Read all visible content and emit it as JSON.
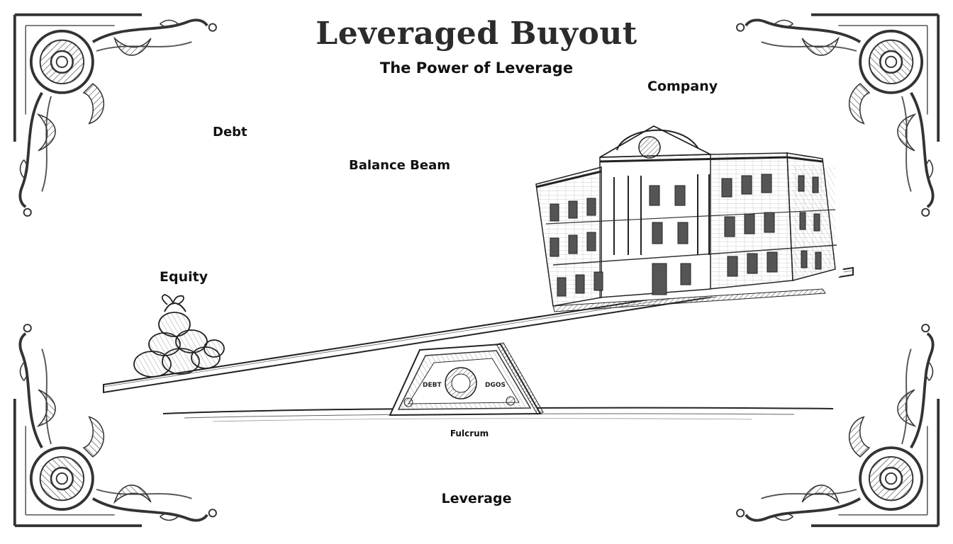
{
  "title": "Leveraged Buyout",
  "subtitle": "The Power of Leverage",
  "labels": {
    "company": "Company",
    "debt": "Debt",
    "balance_beam": "Balance Beam",
    "equity": "Equity",
    "fulcrum": "Fulcrum",
    "leverage": "Leverage"
  },
  "bill": {
    "left_text": "DEBT",
    "right_text": "DGOS"
  },
  "colors": {
    "ink": "#111111",
    "title": "#2b2b2b",
    "background": "#ffffff"
  }
}
